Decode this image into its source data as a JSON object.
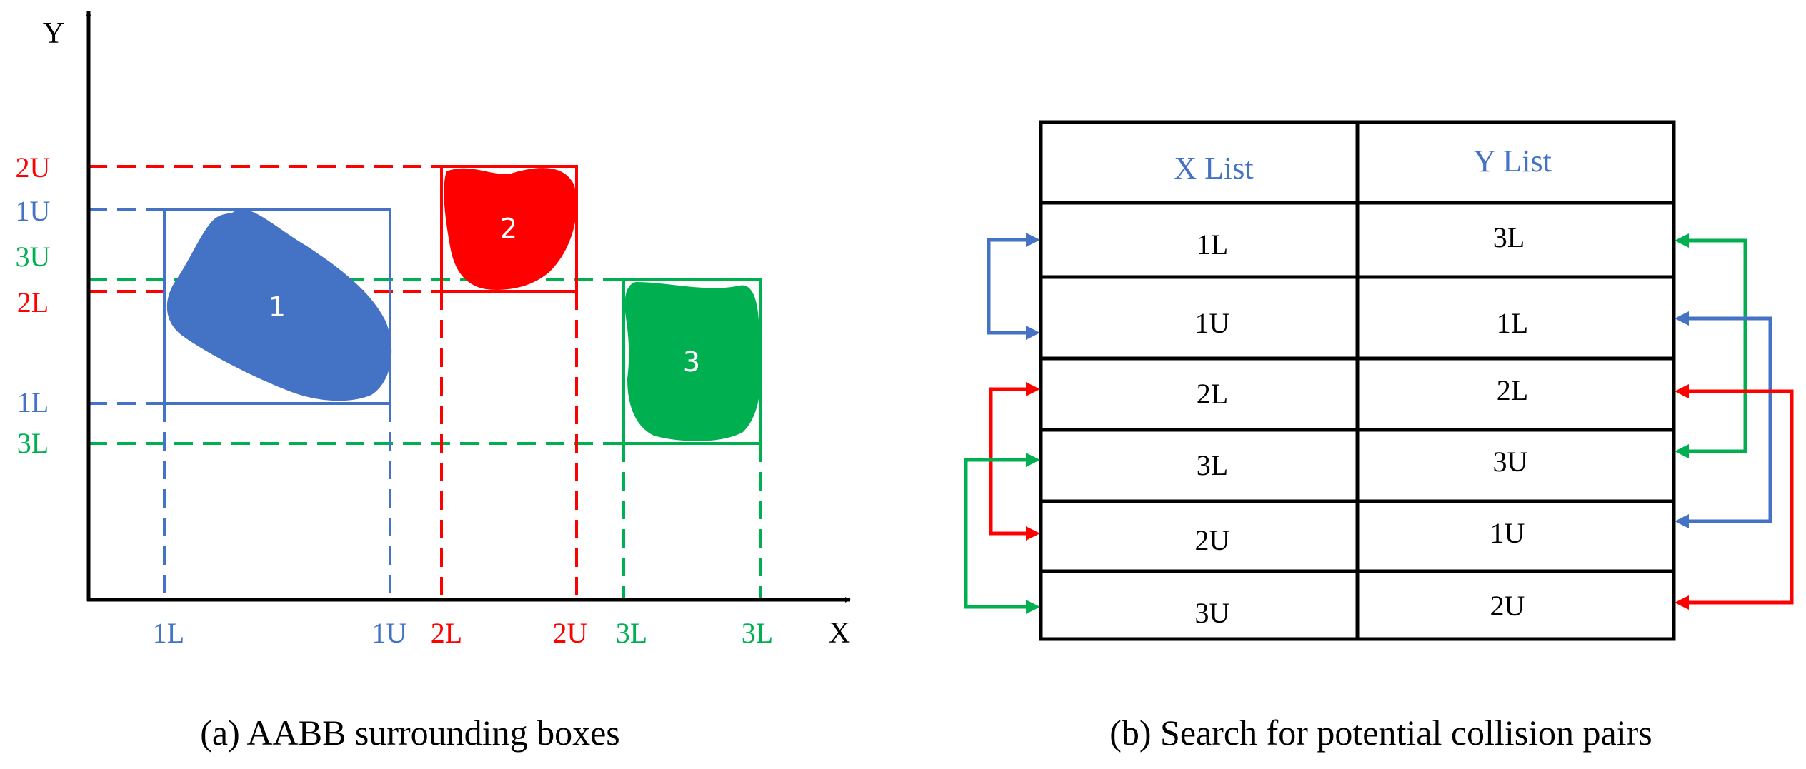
{
  "colors": {
    "blue": "#4472C4",
    "red": "#FF0000",
    "green": "#00B050",
    "black": "#000000"
  },
  "panel_a": {
    "axis_y_label": "Y",
    "axis_x_label": "X",
    "objects": [
      {
        "label": "1",
        "color": "blue"
      },
      {
        "label": "2",
        "color": "red"
      },
      {
        "label": "3",
        "color": "green"
      }
    ],
    "y_ticks": [
      {
        "label": "2U",
        "color": "red"
      },
      {
        "label": "1U",
        "color": "blue"
      },
      {
        "label": "3U",
        "color": "green"
      },
      {
        "label": "2L",
        "color": "red"
      },
      {
        "label": "1L",
        "color": "blue"
      },
      {
        "label": "3L",
        "color": "green"
      }
    ],
    "x_ticks": [
      {
        "label": "1L",
        "color": "blue"
      },
      {
        "label": "1U",
        "color": "blue"
      },
      {
        "label": "2L",
        "color": "red"
      },
      {
        "label": "2U",
        "color": "red"
      },
      {
        "label": "3L",
        "color": "green"
      },
      {
        "label": "3L",
        "color": "green"
      }
    ],
    "caption": "(a) AABB surrounding boxes"
  },
  "panel_b": {
    "header_x": "X List",
    "header_y": "Y List",
    "header_color": "blue",
    "rows": [
      {
        "x": "1L",
        "y": "3L"
      },
      {
        "x": "1U",
        "y": "1L"
      },
      {
        "x": "2L",
        "y": "2L"
      },
      {
        "x": "3L",
        "y": "3U"
      },
      {
        "x": "2U",
        "y": "1U"
      },
      {
        "x": "3U",
        "y": "2U"
      }
    ],
    "x_pairs": [
      {
        "from": 0,
        "to": 1,
        "color": "blue"
      },
      {
        "from": 2,
        "to": 4,
        "color": "red"
      },
      {
        "from": 3,
        "to": 5,
        "color": "green"
      }
    ],
    "y_pairs": [
      {
        "from": 0,
        "to": 3,
        "color": "green"
      },
      {
        "from": 1,
        "to": 4,
        "color": "blue"
      },
      {
        "from": 2,
        "to": 5,
        "color": "red"
      }
    ],
    "caption": "(b) Search for potential collision pairs"
  }
}
